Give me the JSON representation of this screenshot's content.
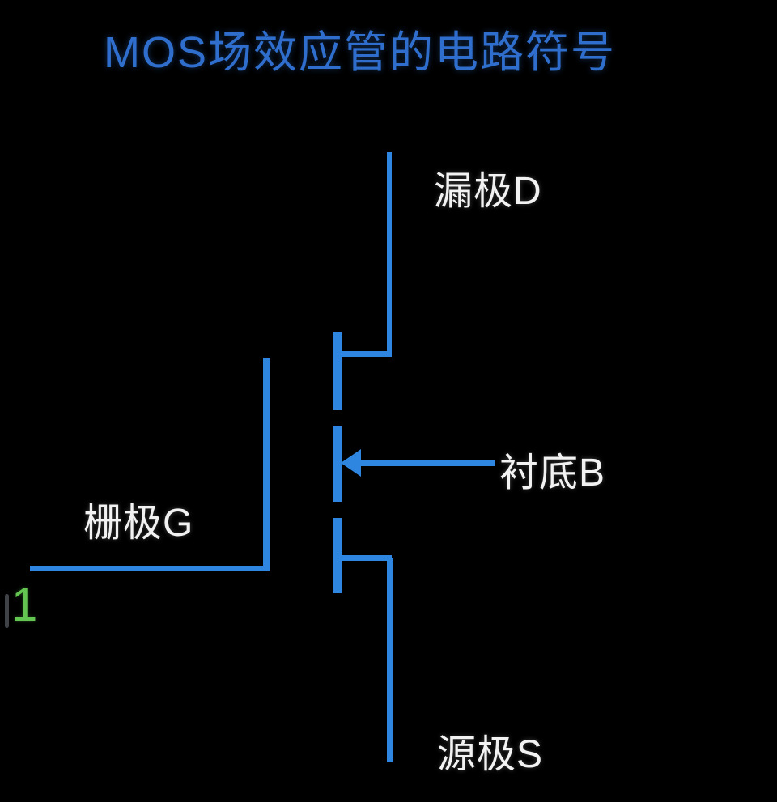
{
  "page": {
    "title": "MOS场效应管的电路符号",
    "colors": {
      "background": "#000000",
      "line-blue": "#2e86e0",
      "title-blue": "#2f6ecc",
      "label-white": "#f2f2f2",
      "watermark-green": "#63c452",
      "ghost-gray": "#3f4246"
    }
  },
  "diagram": {
    "terminals": {
      "drain": {
        "label": "漏极D"
      },
      "substrate": {
        "label": "衬底B"
      },
      "gate": {
        "label": "栅极G"
      },
      "source": {
        "label": "源极S"
      }
    },
    "watermark": "1"
  }
}
